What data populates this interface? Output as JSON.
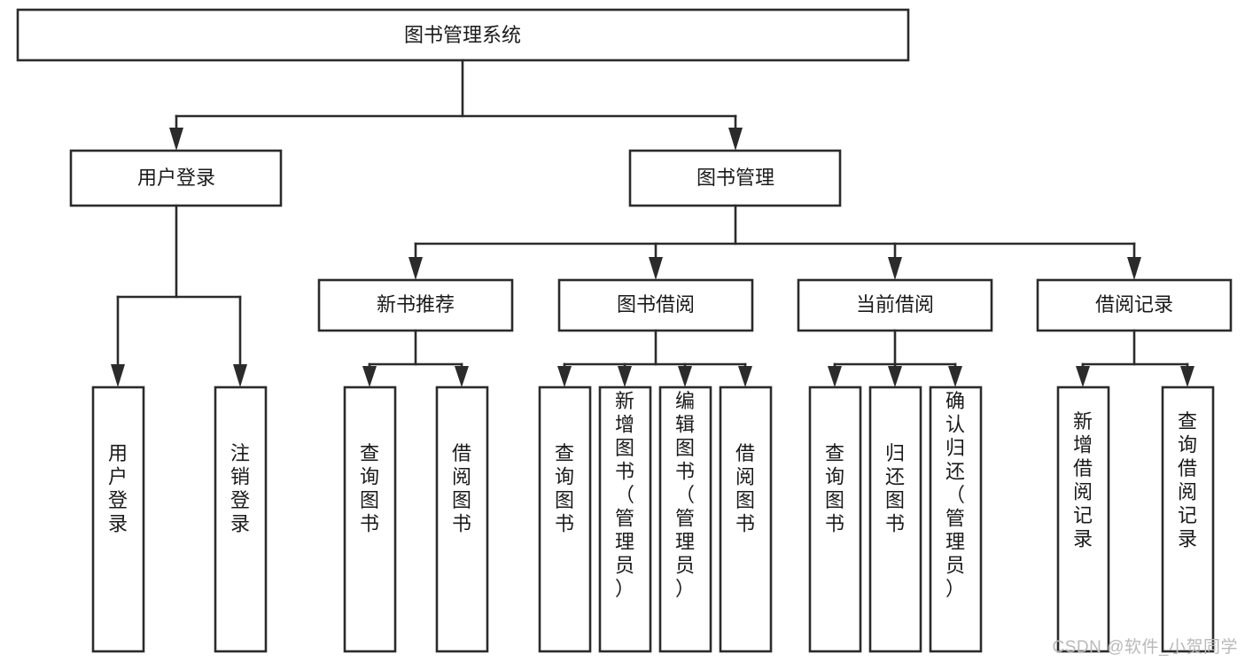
{
  "diagram": {
    "type": "tree",
    "title": "图书管理系统",
    "orientation": "top-down",
    "colors": {
      "box_stroke": "#2b2b2b",
      "box_fill": "#ffffff",
      "connector": "#2b2b2b",
      "text": "#1a1a1a",
      "watermark": "#b9b9b9",
      "background": "#ffffff"
    },
    "nodes": {
      "root": {
        "label": "图书管理系统"
      },
      "level1": [
        {
          "id": "user-login",
          "label": "用户登录"
        },
        {
          "id": "book-manage",
          "label": "图书管理"
        }
      ],
      "level2": [
        {
          "id": "new-book-recommend",
          "label": "新书推荐",
          "parent": "book-manage"
        },
        {
          "id": "book-borrow",
          "label": "图书借阅",
          "parent": "book-manage"
        },
        {
          "id": "current-borrow",
          "label": "当前借阅",
          "parent": "book-manage"
        },
        {
          "id": "borrow-record",
          "label": "借阅记录",
          "parent": "book-manage"
        }
      ],
      "leaves": {
        "user-login": [
          {
            "id": "leaf-user-login",
            "label": "用户登录"
          },
          {
            "id": "leaf-logout",
            "label": "注销登录"
          }
        ],
        "new-book-recommend": [
          {
            "id": "leaf-query-book-1",
            "label": "查询图书"
          },
          {
            "id": "leaf-borrow-book-1",
            "label": "借阅图书"
          }
        ],
        "book-borrow": [
          {
            "id": "leaf-query-book-2",
            "label": "查询图书"
          },
          {
            "id": "leaf-add-book",
            "label": "新增图书（管理员）"
          },
          {
            "id": "leaf-edit-book",
            "label": "编辑图书（管理员）"
          },
          {
            "id": "leaf-borrow-book-2",
            "label": "借阅图书"
          }
        ],
        "current-borrow": [
          {
            "id": "leaf-query-book-3",
            "label": "查询图书"
          },
          {
            "id": "leaf-return-book",
            "label": "归还图书"
          },
          {
            "id": "leaf-confirm-return",
            "label": "确认归还（管理员）"
          }
        ],
        "borrow-record": [
          {
            "id": "leaf-add-record",
            "label": "新增借阅记录"
          },
          {
            "id": "leaf-query-record",
            "label": "查询借阅记录"
          }
        ]
      }
    }
  },
  "watermark": {
    "text": "CSDN @软件_小贺同学"
  }
}
